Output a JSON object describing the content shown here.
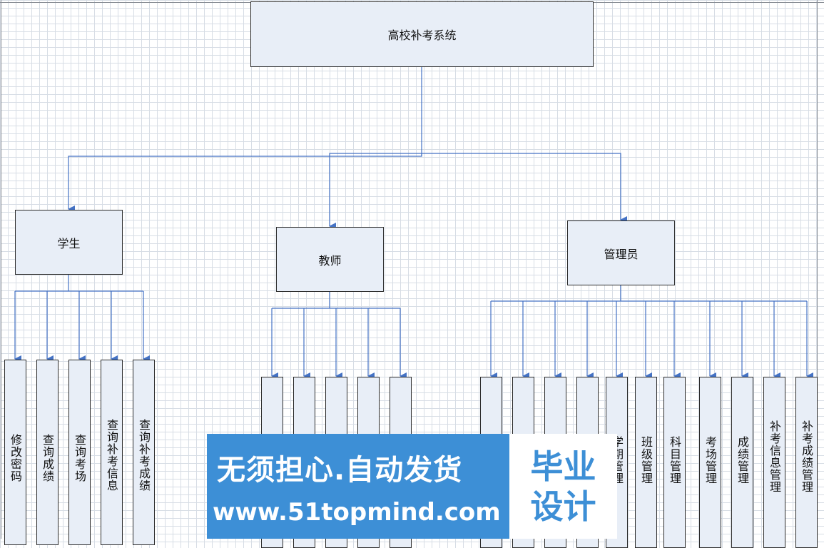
{
  "root": {
    "label": "高校补考系统"
  },
  "roles": [
    {
      "label": "学生",
      "children": [
        "修改密码",
        "查询成绩",
        "查询考场",
        "查询补考信息",
        "查询补考成绩"
      ]
    },
    {
      "label": "教师",
      "children": [
        "",
        "",
        "",
        "",
        ""
      ]
    },
    {
      "label": "管理员",
      "children": [
        "",
        "",
        "",
        "",
        "学期管理",
        "班级管理",
        "科目管理",
        "考场管理",
        "成绩管理",
        "补考信息管理",
        "补考成绩管理"
      ]
    }
  ],
  "watermark": {
    "main": "无须担心.自动发货",
    "url": "www.51topmind.com",
    "side_line1": "毕业",
    "side_line2": "设计"
  },
  "colors": {
    "connector": "#4472c4",
    "box_fill": "#e8eef7",
    "watermark_blue": "#3d8fd6"
  }
}
